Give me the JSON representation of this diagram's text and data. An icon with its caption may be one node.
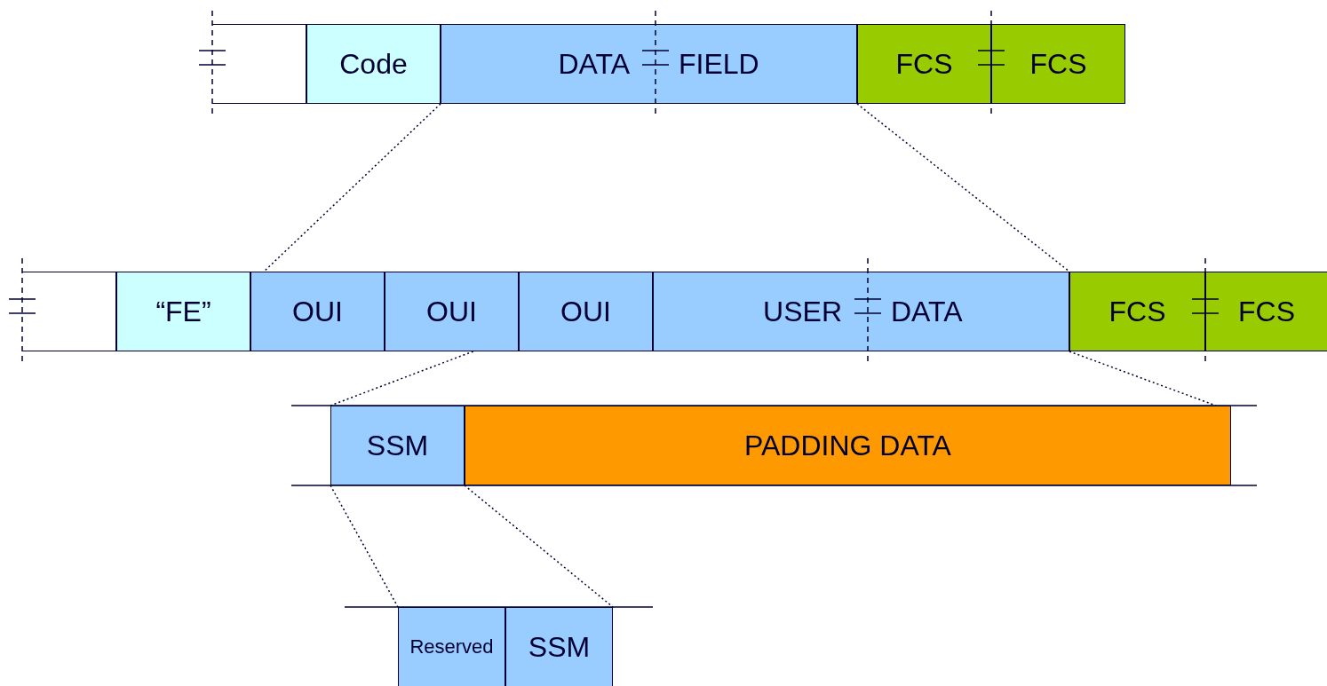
{
  "diagram": {
    "nodes": [
      {
        "text": [],
        "shape": "box"
      },
      {
        "text": [
          "Code"
        ]
      },
      {
        "text": [
          "DATA",
          "FIELD"
        ]
      },
      {
        "text": [
          "FCS"
        ]
      },
      {
        "text": [
          "FCS"
        ]
      },
      {
        "text": [],
        "shape": "box"
      },
      {
        "text": [
          "“FE”"
        ]
      },
      {
        "text": [
          "OUI"
        ]
      },
      {
        "text": [
          "OUI"
        ]
      },
      {
        "text": [
          "OUI"
        ]
      },
      {
        "text": [
          "USER",
          "DATA"
        ]
      },
      {
        "text": [
          "FCS"
        ]
      },
      {
        "text": [
          "FCS"
        ]
      },
      {
        "text": [
          "SSM"
        ]
      },
      {
        "text": [
          "PADDING DATA"
        ]
      },
      {
        "text": [
          "Reserved"
        ]
      },
      {
        "text": [
          "SSM"
        ]
      }
    ],
    "edges": [
      {
        "from": 2,
        "to": 7,
        "arrow": "none",
        "style": "dashed"
      },
      {
        "from": 2,
        "to": 10,
        "arrow": "none",
        "style": "dashed"
      },
      {
        "from": 8,
        "to": 13,
        "arrow": "none",
        "style": "dashed"
      },
      {
        "from": 10,
        "to": 14,
        "arrow": "none",
        "style": "dashed"
      },
      {
        "from": 13,
        "to": 15,
        "arrow": "none",
        "style": "dashed"
      },
      {
        "from": 13,
        "to": 16,
        "arrow": "none",
        "style": "dashed"
      }
    ]
  }
}
